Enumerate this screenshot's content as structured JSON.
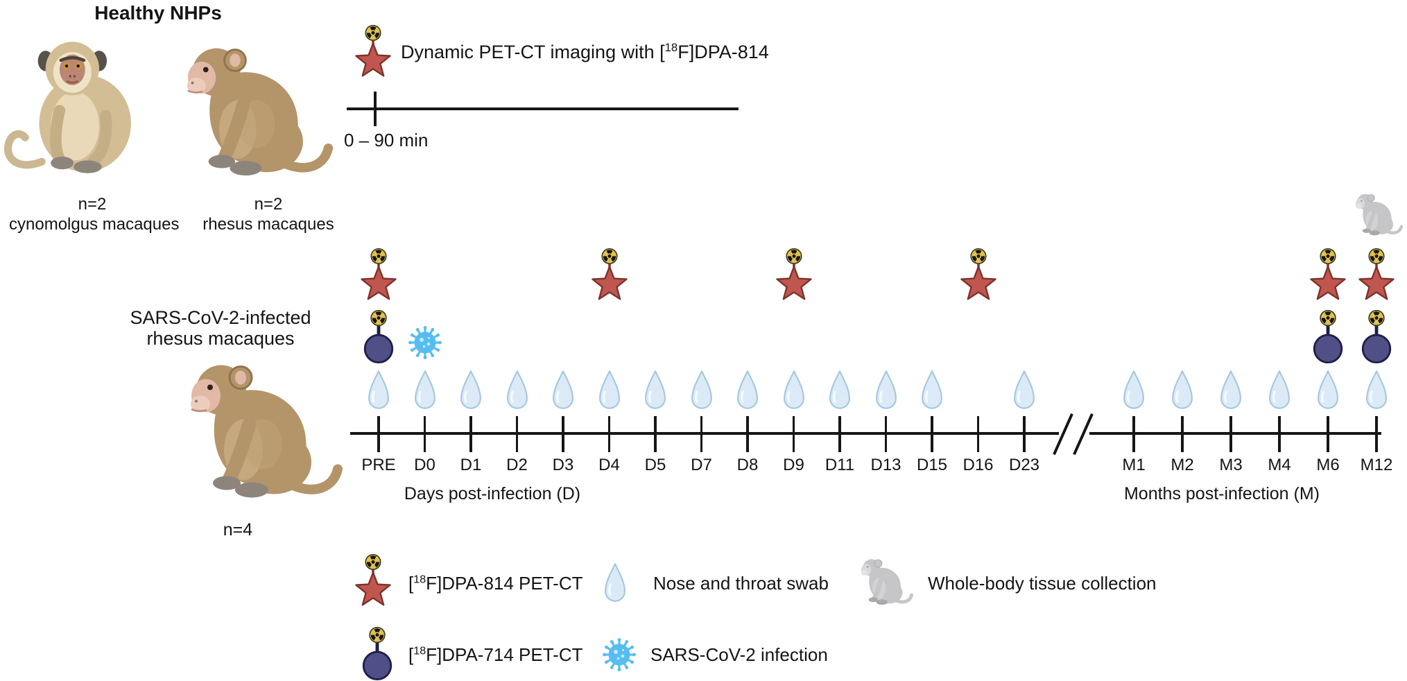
{
  "healthy_panel": {
    "title": "Healthy NHPs",
    "groups": [
      {
        "count": "n=2",
        "species": "cynomolgus macaques"
      },
      {
        "count": "n=2",
        "species": "rhesus macaques"
      }
    ]
  },
  "dynamic_imaging": {
    "label_parts": {
      "pre": "Dynamic PET-CT imaging with [",
      "sup": "18",
      "post": "F]DPA-814"
    },
    "duration_label": "0 – 90 min"
  },
  "infected_panel": {
    "title_line1": "SARS-CoV-2-infected",
    "title_line2": "rhesus macaques",
    "count": "n=4"
  },
  "timeline": {
    "day_axis_label": "Days post-infection (D)",
    "month_axis_label": "Months post-infection (M)",
    "axis_break": "//",
    "day_ticks": [
      {
        "label": "PRE",
        "markers": [
          "pet814",
          "pet714",
          "swab"
        ]
      },
      {
        "label": "D0",
        "markers": [
          "infection",
          "swab"
        ]
      },
      {
        "label": "D1",
        "markers": [
          "swab"
        ]
      },
      {
        "label": "D2",
        "markers": [
          "swab"
        ]
      },
      {
        "label": "D3",
        "markers": [
          "swab"
        ]
      },
      {
        "label": "D4",
        "markers": [
          "pet814",
          "swab"
        ]
      },
      {
        "label": "D5",
        "markers": [
          "swab"
        ]
      },
      {
        "label": "D7",
        "markers": [
          "swab"
        ]
      },
      {
        "label": "D8",
        "markers": [
          "swab"
        ]
      },
      {
        "label": "D9",
        "markers": [
          "pet814",
          "swab"
        ]
      },
      {
        "label": "D11",
        "markers": [
          "swab"
        ]
      },
      {
        "label": "D13",
        "markers": [
          "swab"
        ]
      },
      {
        "label": "D15",
        "markers": [
          "swab"
        ]
      },
      {
        "label": "D16",
        "markers": [
          "pet814"
        ]
      },
      {
        "label": "D23",
        "markers": [
          "swab"
        ]
      }
    ],
    "month_ticks": [
      {
        "label": "M1",
        "markers": [
          "swab"
        ]
      },
      {
        "label": "M2",
        "markers": [
          "swab"
        ]
      },
      {
        "label": "M3",
        "markers": [
          "swab"
        ]
      },
      {
        "label": "M4",
        "markers": [
          "swab"
        ]
      },
      {
        "label": "M6",
        "markers": [
          "pet814",
          "pet714",
          "swab"
        ]
      },
      {
        "label": "M12",
        "markers": [
          "necropsy",
          "pet814",
          "pet714",
          "swab"
        ]
      }
    ]
  },
  "legend": {
    "pet814": {
      "pre": "[",
      "sup": "18",
      "post": "F]DPA-814 PET-CT"
    },
    "swab": "Nose and throat swab",
    "necropsy": "Whole-body tissue collection",
    "pet714": {
      "pre": "[",
      "sup": "18",
      "post": "F]DPA-714 PET-CT"
    },
    "infection": "SARS-CoV-2 infection"
  },
  "colors": {
    "star_red": "#bf574f",
    "star_outline": "#7d322c",
    "radiation_gold": "#e0c14f",
    "navy_circle": "#515086",
    "navy_outline": "#1e2048",
    "virus_blue": "#56bdf0",
    "drop_fill": "#dceaf7",
    "drop_outline": "#a4c8de",
    "axis_black": "#161616"
  }
}
